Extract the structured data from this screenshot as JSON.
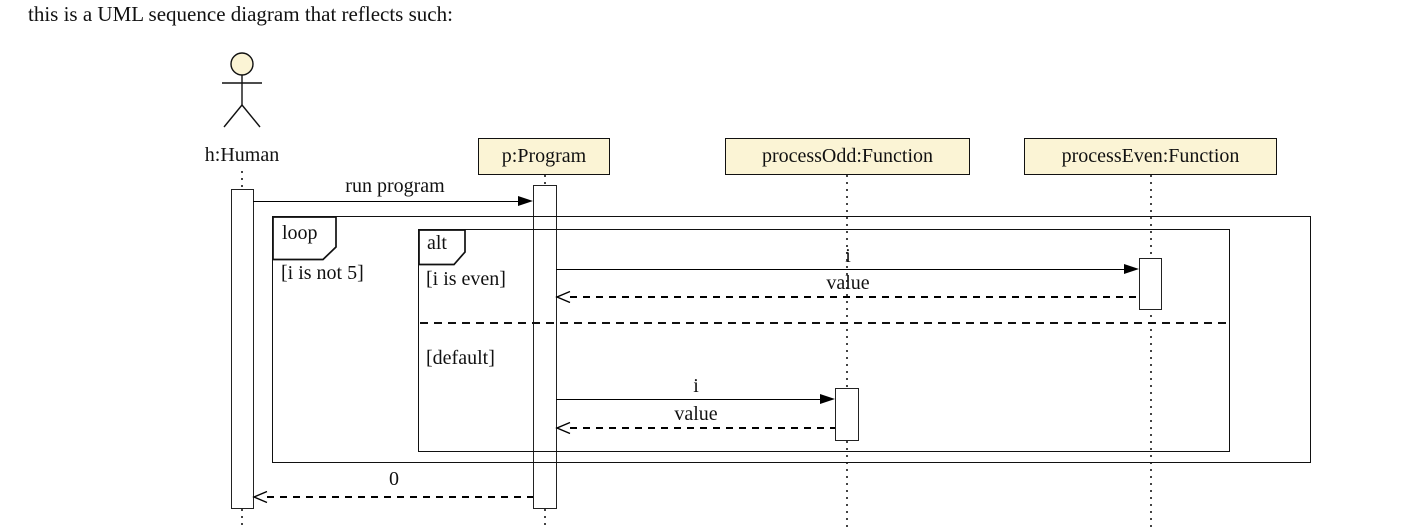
{
  "caption": "this is a UML sequence diagram that reflects such:",
  "colors": {
    "background": "#FFFFFF",
    "participant_fill": "#FBF4D5",
    "stroke": "#111111"
  },
  "actor": {
    "label": "h:Human"
  },
  "participants": [
    {
      "label": "p:Program"
    },
    {
      "label": "processOdd:Function"
    },
    {
      "label": "processEven:Function"
    }
  ],
  "fragments": {
    "loop": {
      "operator": "loop",
      "guard": "[i is not 5]"
    },
    "alt": {
      "operator": "alt",
      "guards": {
        "even": "[i is even]",
        "default": "[default]"
      }
    }
  },
  "messages": {
    "run_program": {
      "label": "run program",
      "kind": "sync"
    },
    "even_call": {
      "label": "i",
      "kind": "sync"
    },
    "even_return": {
      "label": "value",
      "kind": "return"
    },
    "odd_call": {
      "label": "i",
      "kind": "sync"
    },
    "odd_return": {
      "label": "value",
      "kind": "return"
    },
    "human_return": {
      "label": "0",
      "kind": "return"
    }
  }
}
